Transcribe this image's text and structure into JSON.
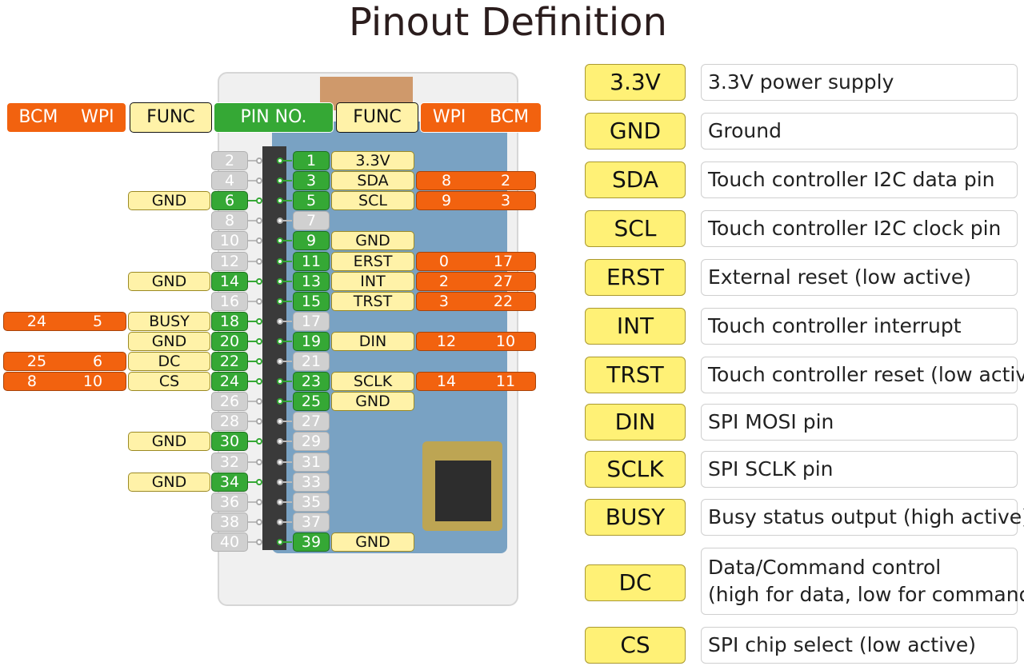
{
  "title": "Pinout Definition",
  "headers": {
    "left_bcm": "BCM",
    "left_wpi": "WPI",
    "left_func": "FUNC",
    "pin_no": "PIN NO.",
    "right_func": "FUNC",
    "right_wpi": "WPI",
    "right_bcm": "BCM"
  },
  "colors": {
    "function_label": "#fff2a8",
    "active_pin": "#35a835",
    "unused_pin": "#d0d0d0",
    "gpio_number": "#f2620f",
    "legend_function": "#fff176"
  },
  "right_pins": [
    {
      "num": "1",
      "func": "3.3V"
    },
    {
      "num": "3",
      "func": "SDA",
      "wpi": "8",
      "bcm": "2"
    },
    {
      "num": "5",
      "func": "SCL",
      "wpi": "9",
      "bcm": "3"
    },
    {
      "num": "7"
    },
    {
      "num": "9",
      "func": "GND"
    },
    {
      "num": "11",
      "func": "ERST",
      "wpi": "0",
      "bcm": "17"
    },
    {
      "num": "13",
      "func": "INT",
      "wpi": "2",
      "bcm": "27"
    },
    {
      "num": "15",
      "func": "TRST",
      "wpi": "3",
      "bcm": "22"
    },
    {
      "num": "17"
    },
    {
      "num": "19",
      "func": "DIN",
      "wpi": "12",
      "bcm": "10"
    },
    {
      "num": "21"
    },
    {
      "num": "23",
      "func": "SCLK",
      "wpi": "14",
      "bcm": "11"
    },
    {
      "num": "25",
      "func": "GND"
    },
    {
      "num": "27"
    },
    {
      "num": "29"
    },
    {
      "num": "31"
    },
    {
      "num": "33"
    },
    {
      "num": "35"
    },
    {
      "num": "37"
    },
    {
      "num": "39",
      "func": "GND"
    }
  ],
  "left_pins": [
    {
      "num": "2"
    },
    {
      "num": "4"
    },
    {
      "num": "6",
      "func": "GND"
    },
    {
      "num": "8"
    },
    {
      "num": "10"
    },
    {
      "num": "12"
    },
    {
      "num": "14",
      "func": "GND"
    },
    {
      "num": "16"
    },
    {
      "num": "18",
      "func": "BUSY",
      "bcm": "24",
      "wpi": "5"
    },
    {
      "num": "20",
      "func": "GND"
    },
    {
      "num": "22",
      "func": "DC",
      "bcm": "25",
      "wpi": "6"
    },
    {
      "num": "24",
      "func": "CS",
      "bcm": "8",
      "wpi": "10"
    },
    {
      "num": "26"
    },
    {
      "num": "28"
    },
    {
      "num": "30",
      "func": "GND"
    },
    {
      "num": "32"
    },
    {
      "num": "34",
      "func": "GND"
    },
    {
      "num": "36"
    },
    {
      "num": "38"
    },
    {
      "num": "40"
    }
  ],
  "legend": [
    {
      "func": "3.3V",
      "desc": [
        "3.3V power supply"
      ]
    },
    {
      "func": "GND",
      "desc": [
        "Ground"
      ]
    },
    {
      "func": "SDA",
      "desc": [
        "Touch controller I2C data pin"
      ]
    },
    {
      "func": "SCL",
      "desc": [
        "Touch controller I2C clock pin"
      ]
    },
    {
      "func": "ERST",
      "desc": [
        "External reset (low active)"
      ]
    },
    {
      "func": "INT",
      "desc": [
        "Touch controller interrupt"
      ]
    },
    {
      "func": "TRST",
      "desc": [
        "Touch controller reset (low active)"
      ]
    },
    {
      "func": "DIN",
      "desc": [
        "SPI MOSI pin"
      ]
    },
    {
      "func": "SCLK",
      "desc": [
        "SPI SCLK pin"
      ]
    },
    {
      "func": "BUSY",
      "desc": [
        "Busy status output (high active)"
      ]
    },
    {
      "func": "DC",
      "desc": [
        "Data/Command control",
        "(high for data, low for command)"
      ]
    },
    {
      "func": "CS",
      "desc": [
        "SPI chip select (low active)"
      ]
    }
  ]
}
